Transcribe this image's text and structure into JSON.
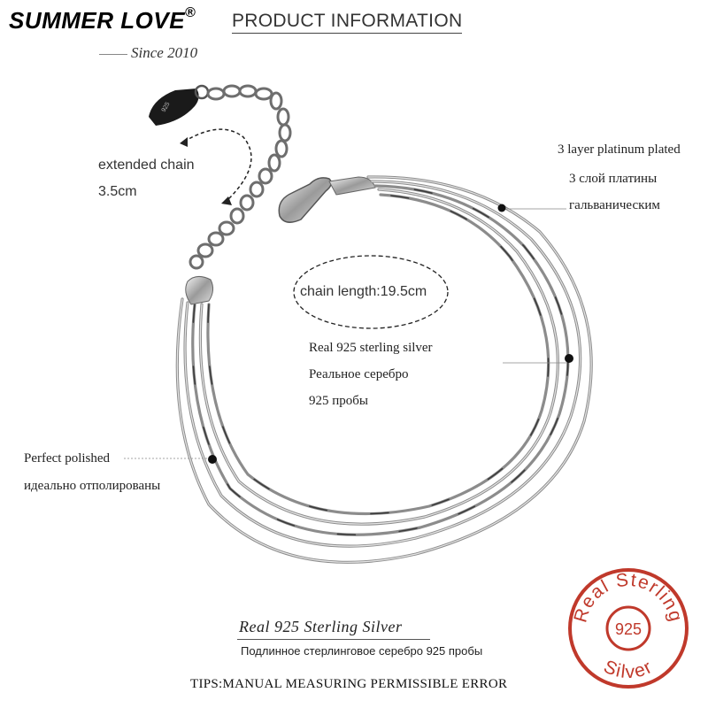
{
  "header": {
    "brand": "SUMMER LOVE",
    "brand_mark": "®",
    "product_info": "PRODUCT INFORMATION",
    "since": "Since 2010"
  },
  "annotations": {
    "extended_chain_label": "extended chain",
    "extended_chain_length": "3.5cm",
    "chain_length": "chain length:19.5cm",
    "plating_en": "3 layer platinum plated",
    "plating_ru_1": "3 слой платины",
    "plating_ru_2": "гальваническим",
    "silver_en": "Real 925 sterling silver",
    "silver_ru_1": "Реальное серебро",
    "silver_ru_2": "925 пробы",
    "polished_en": "Perfect polished",
    "polished_ru": "идеально отполированы"
  },
  "footer": {
    "real_925": "Real 925 Sterling Silver",
    "authentic_ru": "Подлинное стерлинговое серебро 925 пробы",
    "tips": "TIPS:MANUAL MEASURING PERMISSIBLE ERROR"
  },
  "stamp": {
    "top_text": "Real Sterling",
    "number": "925",
    "bottom_text": "Silver",
    "color": "#c0392b"
  },
  "colors": {
    "silver_light": "#e8e8e8",
    "silver_mid": "#9a9a9a",
    "silver_dark": "#444444"
  }
}
